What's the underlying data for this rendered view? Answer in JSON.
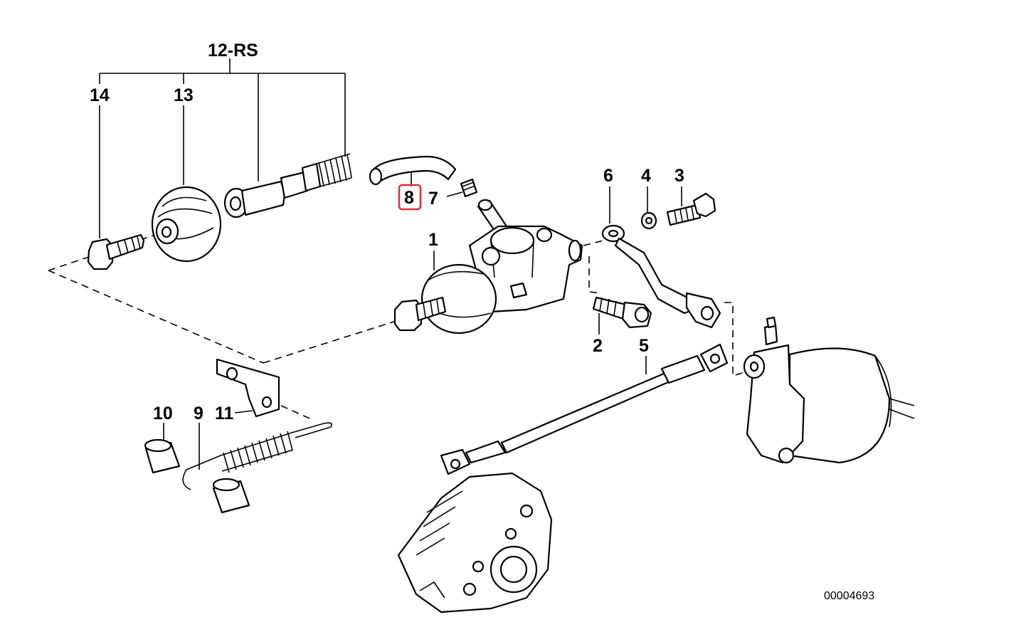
{
  "labels": {
    "l12rs": "12-RS",
    "l14": "14",
    "l13": "13",
    "l8": "8",
    "l7": "7",
    "l6": "6",
    "l4": "4",
    "l3": "3",
    "l1": "1",
    "l2": "2",
    "l5": "5",
    "l10": "10",
    "l9": "9",
    "l11": "11"
  },
  "highlighted_part": "8",
  "highlight_color": "#e03030",
  "reference_number": "00004693"
}
